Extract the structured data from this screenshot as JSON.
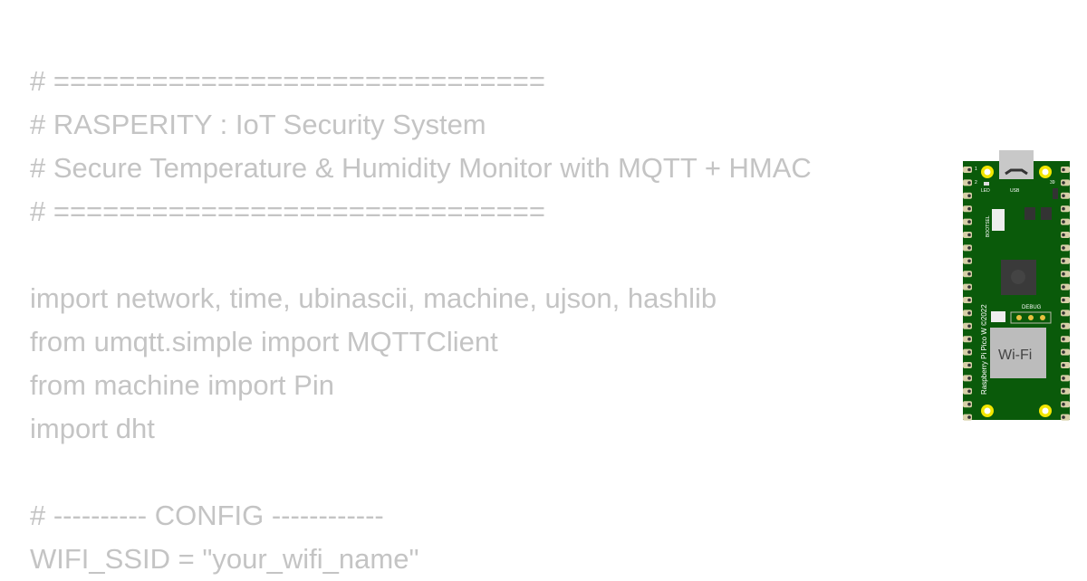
{
  "code_lines": [
    "# ==============================",
    "# RASPERITY : IoT Security System",
    "# Secure Temperature & Humidity Monitor with MQTT + HMAC",
    "# ==============================",
    "",
    "import network, time, ubinascii, machine, ujson, hashlib",
    "from umqtt.simple import MQTTClient",
    "from machine import Pin",
    "import dht",
    "",
    "# ---------- CONFIG ------------",
    "WIFI_SSID = \"your_wifi_name\""
  ],
  "board": {
    "name": "Raspberry Pi Pico W ©2022",
    "labels": {
      "led": "LED",
      "usb": "USB",
      "bootsel": "BOOTSEL",
      "debug": "DEBUG",
      "wifi": "Wi-Fi",
      "pin1": "1",
      "pin2": "2",
      "pin39": "39"
    },
    "colors": {
      "pcb": "#0a5a0a",
      "mount_hole": "#f2e600",
      "module": "#bcbcbc"
    }
  }
}
